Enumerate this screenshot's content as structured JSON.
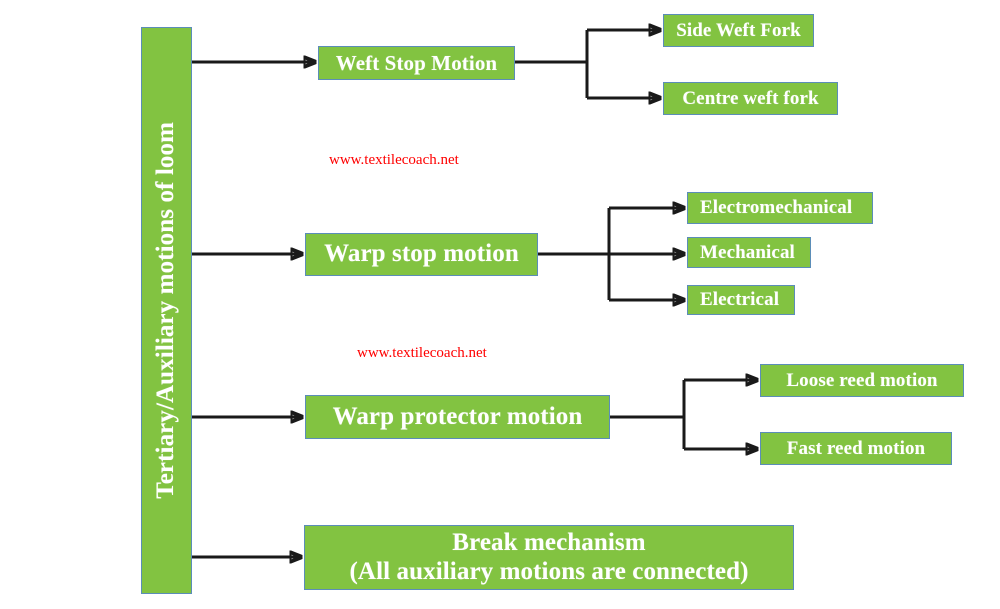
{
  "diagram": {
    "title": "Tertiary/Auxiliary motions of loom",
    "type": "tree-hierarchy",
    "colors": {
      "node_fill": "#82c341",
      "node_border": "#5b8db8",
      "node_text": "#ffffff",
      "connector": "#1a1a1a",
      "watermark": "#ff0000",
      "background": "#ffffff"
    },
    "root": {
      "label": "Tertiary/Auxiliary motions of loom",
      "orientation": "vertical-rotated"
    },
    "branches": [
      {
        "label": "Weft Stop Motion",
        "children": [
          {
            "label": "Side Weft Fork"
          },
          {
            "label": "Centre weft fork"
          }
        ]
      },
      {
        "label": "Warp stop motion",
        "children": [
          {
            "label": "Electromechanical"
          },
          {
            "label": "Mechanical"
          },
          {
            "label": "Electrical"
          }
        ]
      },
      {
        "label": "Warp protector motion",
        "children": [
          {
            "label": "Loose reed motion"
          },
          {
            "label": "Fast reed motion"
          }
        ]
      },
      {
        "label": "Break mechanism\n(All auxiliary motions are connected)",
        "line1": "Break mechanism",
        "line2": "(All auxiliary motions are connected)",
        "children": []
      }
    ],
    "watermarks": [
      {
        "text": "www.textilecoach.net"
      },
      {
        "text": "www.textilecoach.net"
      }
    ]
  }
}
